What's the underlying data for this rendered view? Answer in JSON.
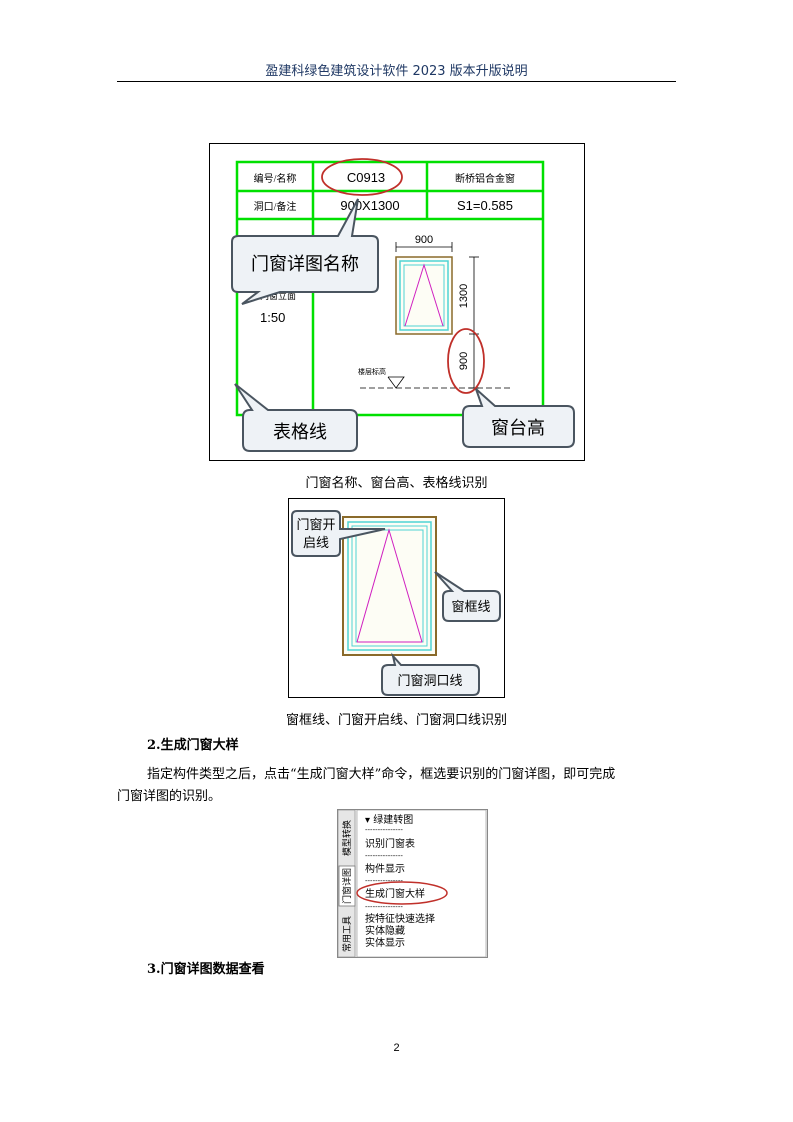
{
  "header": {
    "title": "盈建科绿色建筑设计软件 2023 版本升版说明"
  },
  "figure1": {
    "cells": {
      "id_label": "编号/名称",
      "id_value": "C0913",
      "window_type": "断桥铝合金窗",
      "opening_label": "洞口/备注",
      "opening_value": "900X1300",
      "area_value": "S1=0.585",
      "elev_label": "门窗立面",
      "scale": "1:50",
      "dim_width": "900",
      "dim_height": "1300",
      "dim_sill": "900",
      "floor_label": "楼层标高"
    },
    "callouts": {
      "name": "门窗详图名称",
      "grid": "表格线",
      "sill": "窗台高"
    },
    "caption": "门窗名称、窗台高、表格线识别"
  },
  "figure2": {
    "callouts": {
      "open_line_1": "门窗开",
      "open_line_2": "启线",
      "frame": "窗框线",
      "opening": "门窗洞口线"
    },
    "caption": "窗框线、门窗开启线、门窗洞口线识别"
  },
  "section2": {
    "heading": "2.生成门窗大样",
    "body_line1": "指定构件类型之后，点击“生成门窗大样”命令，框选要识别的门窗详图，即可完成",
    "body_line2": "门窗详图的识别。"
  },
  "figure3": {
    "tabs": [
      "模型转换",
      "门窗详图",
      "常用工具"
    ],
    "menu": {
      "title": "▾ 绿建转图",
      "sep": "---------------",
      "item_identify_table": "识别门窗表",
      "item_component_display": "构件显示",
      "item_generate": "生成门窗大样",
      "item_select_by_feature": "按特征快速选择",
      "item_hide_solid": "实体隐藏",
      "item_show_solid": "实体显示"
    }
  },
  "section3": {
    "heading": "3.门窗详图数据查看"
  },
  "page_number": "2",
  "colors": {
    "header": "#1f3864",
    "grid_green": "#00e000",
    "highlight_red": "#c0302a",
    "frame_brown": "#8a6a2a",
    "frame_cyan": "#4fd3d3",
    "open_magenta": "#d020c0"
  }
}
